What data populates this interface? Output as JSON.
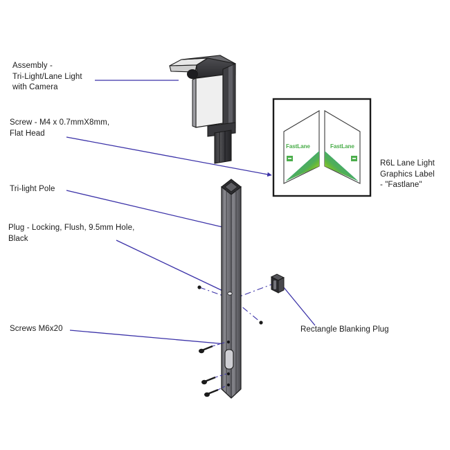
{
  "figure": {
    "title": "Tri-Light / Lane Light exploded assembly diagram",
    "background_color": "#ffffff",
    "leader_line_color": "#3b32a8",
    "text_color": "#1b1b1b",
    "metal_dark": "#3a3a3c",
    "metal_mid": "#6e6e72",
    "metal_light": "#a8a8ad",
    "panel_face": "#ececec",
    "brand_green": "#4cae4c",
    "gradient_yellow": "#cfd32a",
    "gradient_green": "#2aa84a",
    "gradient_teal": "#1a8fa8",
    "gradient_blue": "#1d5fa8"
  },
  "callouts": [
    {
      "id": "assembly",
      "name": "callout-assembly",
      "text": "Assembly -\nTri-Light/Lane Light\nwith Camera"
    },
    {
      "id": "screw-m4",
      "name": "callout-screw-m4",
      "text": "Screw - M4 x 0.7mmX8mm,\nFlat Head"
    },
    {
      "id": "tri-light-pole",
      "name": "callout-tri-light-pole",
      "text": "Tri-light Pole"
    },
    {
      "id": "plug-locking",
      "name": "callout-plug-locking",
      "text": "Plug - Locking, Flush, 9.5mm Hole,\nBlack"
    },
    {
      "id": "screws-m6",
      "name": "callout-screws-m6",
      "text": "Screws M6x20"
    },
    {
      "id": "graphics-label",
      "name": "callout-graphics-label",
      "text": "R6L Lane Light\nGraphics Label\n- \"Fastlane\""
    },
    {
      "id": "blanking-plug",
      "name": "callout-blanking-plug",
      "text": "Rectangle Blanking Plug"
    }
  ],
  "label_panels": {
    "brand_text": "FastLane",
    "panel_count": 2,
    "badge_shape": "small-green-square"
  }
}
